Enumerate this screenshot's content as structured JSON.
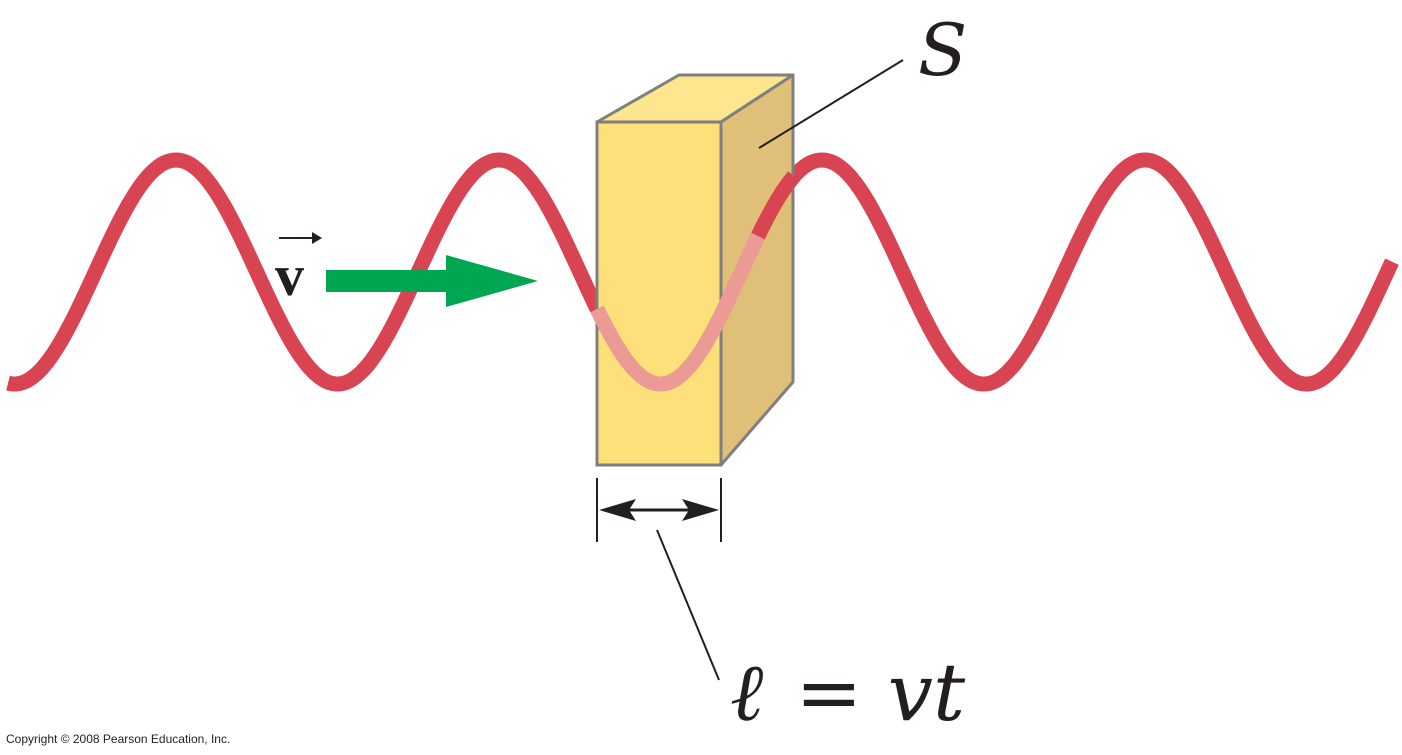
{
  "labels": {
    "surface": "S",
    "velocity": "v",
    "length_eq_l": "ℓ",
    "length_eq_rest": "= vt"
  },
  "copyright": "Copyright © 2008 Pearson Education, Inc.",
  "colors": {
    "wave": "#d94452",
    "wave_inside": "#eb9a96",
    "block_front": "#fde07a",
    "block_top": "#fee68e",
    "block_side": "#e0bf78",
    "block_edge": "#7f7f7f",
    "velocity_arrow": "#00a651",
    "ink": "#231f20"
  },
  "icons": {
    "velocity_arrow": "right-arrow",
    "dimension_arrow": "double-headed-arrow"
  }
}
